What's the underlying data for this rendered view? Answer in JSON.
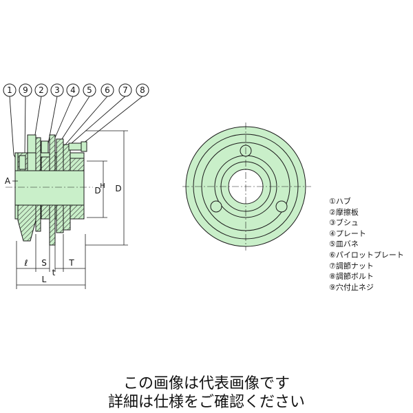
{
  "colors": {
    "fill": "#c9efc9",
    "line": "#1a1a1a",
    "hatch": "#333333"
  },
  "callouts": [
    "1",
    "9",
    "2",
    "3",
    "4",
    "5",
    "6",
    "7",
    "8"
  ],
  "dimensions": {
    "A": "A",
    "DH_main": "D",
    "DH_sub": "H",
    "D": "D",
    "l": "ℓ",
    "S": "S",
    "t": "t",
    "T": "T",
    "L": "L"
  },
  "legend": [
    "①ハブ",
    "②摩擦板",
    "③ブシュ",
    "④プレート",
    "⑤皿バネ",
    "⑥パイロットプレート",
    "⑦調節ナット",
    "⑧調節ボルト",
    "⑨穴付止ネジ"
  ],
  "caption": {
    "line1": "この画像は代表画像です",
    "line2": "詳細は仕様をご確認ください"
  }
}
